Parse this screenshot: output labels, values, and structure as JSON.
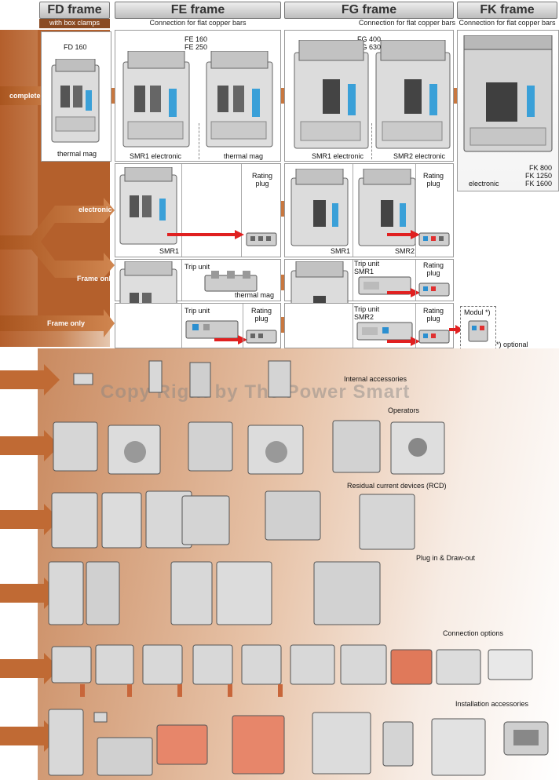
{
  "frames": [
    {
      "title": "FD frame",
      "subtitle": "with box clamps"
    },
    {
      "title": "FE frame",
      "subtitle": "Connection for flat copper bars"
    },
    {
      "title": "FG frame",
      "subtitle": "Connection for flat copper bars"
    },
    {
      "title": "FK frame",
      "subtitle": "Connection for flat copper bars"
    }
  ],
  "row_labels": {
    "complete": "complete",
    "electronic": "electronic",
    "frame_only_1": "Frame only",
    "frame_only_2": "Frame only"
  },
  "fd_panel": {
    "model": "FD 160",
    "caption": "thermal mag"
  },
  "fe_panel": {
    "model_1": "FE 160",
    "model_2": "FE 250",
    "caption_left": "SMR1 electronic",
    "caption_right": "thermal mag"
  },
  "fg_panel": {
    "model_1": "FG 400",
    "model_2": "FG 630",
    "caption_left": "SMR1 electronic",
    "caption_right": "SMR2 electronic"
  },
  "fk_panel": {
    "model_1": "FK 800",
    "model_2": "FK 1250",
    "model_3": "FK 1600",
    "caption": "electronic"
  },
  "electronic_row": {
    "fe_smr": "SMR1",
    "fe_plug": "Rating plug",
    "fg_smr1": "SMR1",
    "fg_smr2": "SMR2",
    "fg_plug": "Rating plug"
  },
  "frame_only_row_1": {
    "fe_trip": "Trip unit",
    "fe_trip_caption": "thermal mag",
    "fg_trip": "Trip unit SMR1",
    "fg_plug": "Rating plug"
  },
  "frame_only_row_2": {
    "fe_trip": "Trip unit",
    "fe_plug": "Rating plug",
    "fg_trip": "Trip unit SMR2",
    "fg_plug": "Rating plug",
    "modul": "Modul *)",
    "optional": "*) optional"
  },
  "watermark": "Copy Right by The Power Smart",
  "sections": [
    "Internal accessories",
    "Operators",
    "Residual current devices (RCD)",
    "Plug in & Draw-out",
    "Connection options",
    "Installation accessories"
  ],
  "colors": {
    "accent": "#b4602c",
    "arrow": "#c8773f",
    "red_link": "#e02020"
  }
}
